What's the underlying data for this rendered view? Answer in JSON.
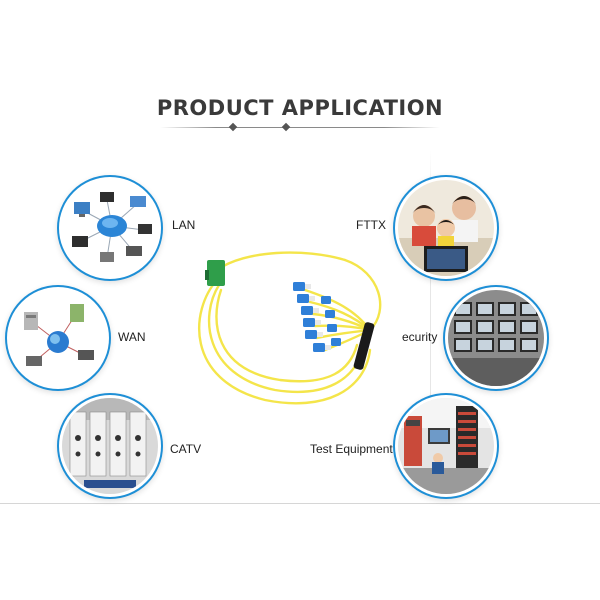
{
  "title": "PRODUCT APPLICATION",
  "applications": [
    {
      "label": "LAN",
      "icon": "lan-network-icon"
    },
    {
      "label": "WAN",
      "icon": "wan-network-icon"
    },
    {
      "label": "CATV",
      "icon": "catv-equipment-icon"
    },
    {
      "label": "FTTX",
      "icon": "family-computer-icon"
    },
    {
      "label": "ecurity",
      "icon": "security-monitors-icon"
    },
    {
      "label": "Test Equipment",
      "icon": "test-lab-icon"
    }
  ],
  "colors": {
    "ring": "#1e8fd6",
    "cable": "#f4e54a",
    "connector": "#2f7fd8",
    "mtp_connector": "#2f9e4a"
  }
}
